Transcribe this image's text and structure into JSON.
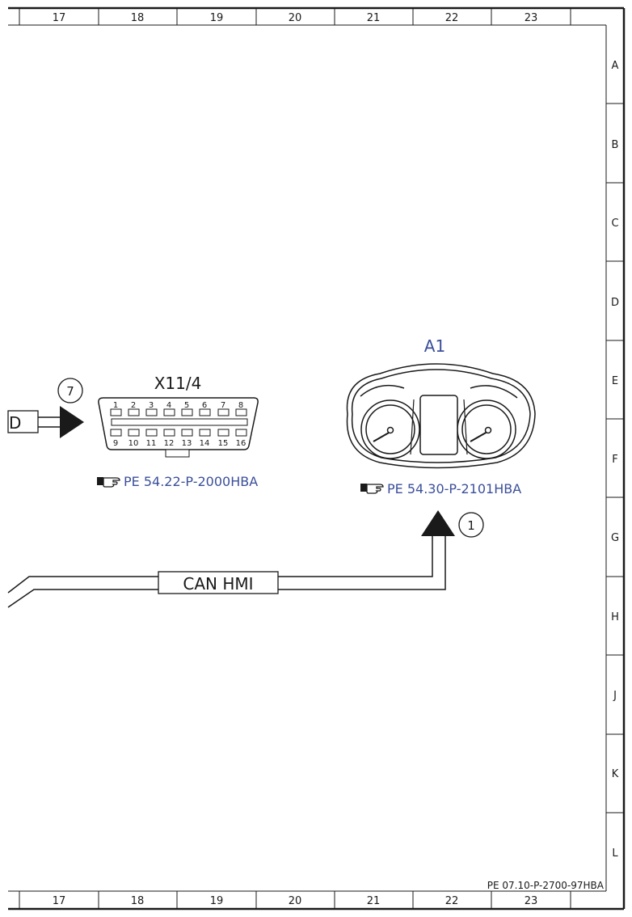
{
  "frame": {
    "columns": [
      "17",
      "18",
      "19",
      "20",
      "21",
      "22",
      "23"
    ],
    "rows": [
      "A",
      "B",
      "C",
      "D",
      "E",
      "F",
      "G",
      "H",
      "J",
      "K",
      "L"
    ],
    "doc_ref": "PE 07.10-P-2700-97HBA"
  },
  "connector_x11_4": {
    "label": "X11/4",
    "top_pins": [
      "1",
      "2",
      "3",
      "4",
      "5",
      "6",
      "7",
      "8"
    ],
    "bottom_pins": [
      "9",
      "10",
      "11",
      "12",
      "13",
      "14",
      "15",
      "16"
    ],
    "reference": "PE 54.22-P-2000HBA",
    "circle_marker": "7",
    "left_signal_stub": "D"
  },
  "instrument_cluster": {
    "label": "A1",
    "reference": "PE 54.30-P-2101HBA",
    "circle_marker": "1"
  },
  "bus": {
    "label": "CAN HMI"
  },
  "colors": {
    "line": "#1a1a1a",
    "link_blue": "#3b4f9a"
  }
}
